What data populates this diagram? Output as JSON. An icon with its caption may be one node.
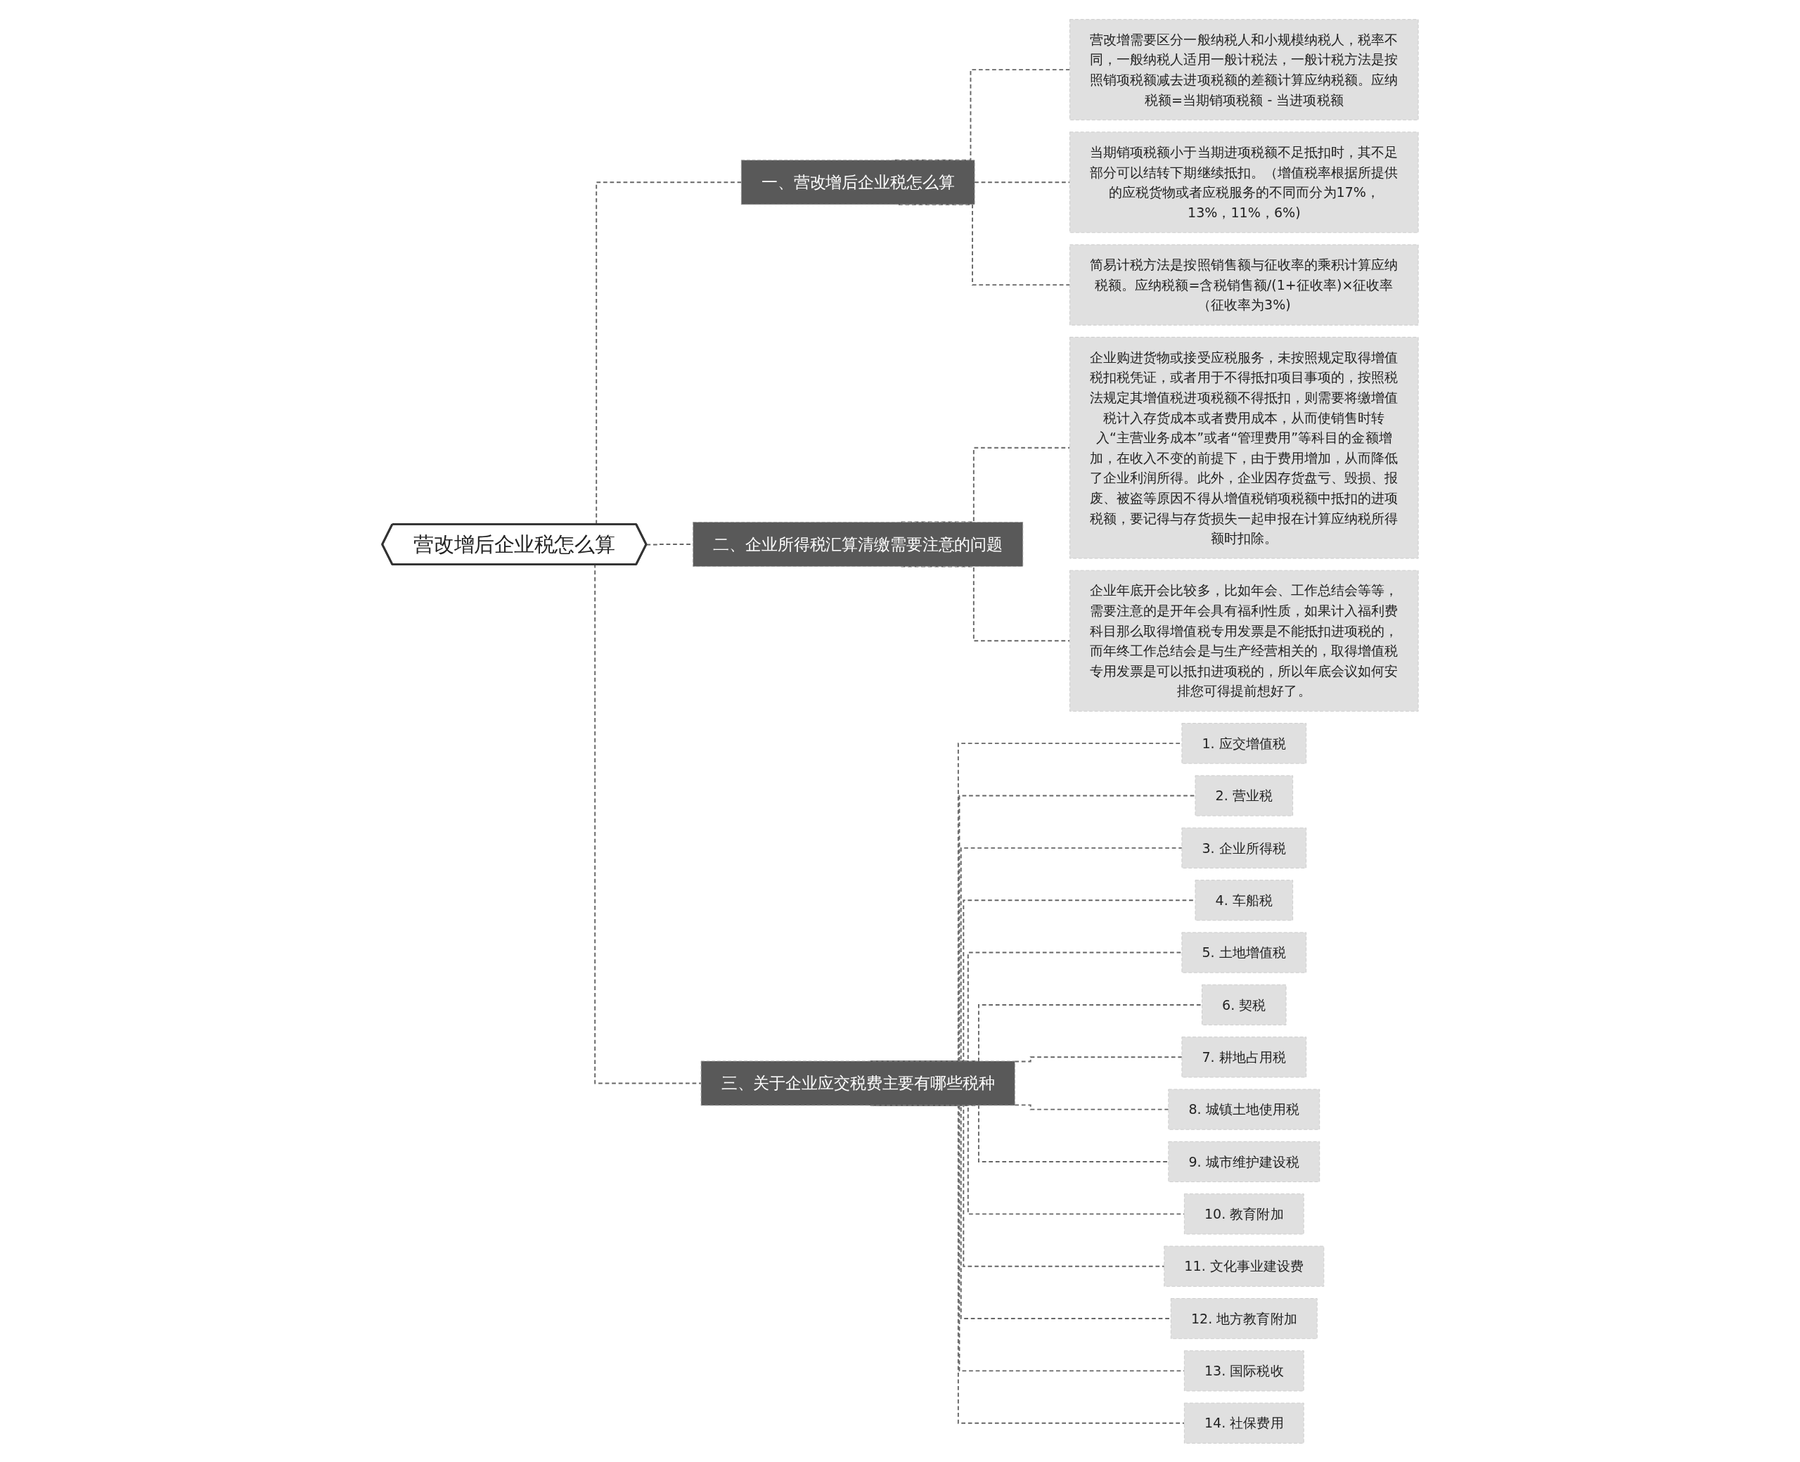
{
  "diagram": {
    "nodes": [
      {
        "text": [
          "营改增后企业税怎么算"
        ]
      },
      {
        "text": [
          "一、营改增后企业税怎么算"
        ]
      },
      {
        "text": [
          "营改增需要区分一般纳税人和小规模纳税人，税率不同，一般纳税人适用一般计税法，一般计税方法是按照销项税额减去进项税额的差额计算应纳税额。应纳税额=当期销项税额 - 当进项税额"
        ]
      },
      {
        "text": [
          "当期销项税额小于当期进项税额不足抵扣时，其不足部分可以结转下期继续抵扣。（增值税率根据所提供的应税货物或者应税服务的不同而分为17%，13%，11%，6%)"
        ]
      },
      {
        "text": [
          "简易计税方法是按照销售额与征收率的乘积计算应纳税额。应纳税额=含税销售额/(1+征收率)×征收率（征收率为3%)"
        ]
      },
      {
        "text": [
          "二、企业所得税汇算清缴需要注意的问题"
        ]
      },
      {
        "text": [
          "企业购进货物或接受应税服务，未按照规定取得增值税扣税凭证，或者用于不得抵扣项目事项的，按照税法规定其增值税进项税额不得抵扣，则需要将缴增值税计入存货成本或者费用成本，从而使销售时转入“主营业务成本”或者“管理费用”等科目的金额增加，在收入不变的前提下，由于费用增加，从而降低了企业利润所得。此外，企业因存货盘亏、毁损、报废、被盗等原因不得从增值税销项税额中抵扣的进项税额，要记得与存货损失一起申报在计算应纳税所得额时扣除。"
        ]
      },
      {
        "text": [
          "企业年底开会比较多，比如年会、工作总结会等等，需要注意的是开年会具有福利性质，如果计入福利费科目那么取得增值税专用发票是不能抵扣进项税的，而年终工作总结会是与生产经营相关的，取得增值税专用发票是可以抵扣进项税的，所以年底会议如何安排您可得提前想好了。"
        ]
      },
      {
        "text": [
          "三、关于企业应交税费主要有哪些税种"
        ]
      },
      {
        "text": [
          "1. 应交增值税"
        ]
      },
      {
        "text": [
          "2. 营业税"
        ]
      },
      {
        "text": [
          "3. 企业所得税"
        ]
      },
      {
        "text": [
          "4. 车船税"
        ]
      },
      {
        "text": [
          "5. 土地增值税"
        ]
      },
      {
        "text": [
          "6. 契税"
        ]
      },
      {
        "text": [
          "7. 耕地占用税"
        ]
      },
      {
        "text": [
          "8. 城镇土地使用税"
        ]
      },
      {
        "text": [
          "9. 城市维护建设税"
        ]
      },
      {
        "text": [
          "10. 教育附加"
        ]
      },
      {
        "text": [
          "11. 文化事业建设费"
        ]
      },
      {
        "text": [
          "12. 地方教育附加"
        ]
      },
      {
        "text": [
          "13. 国际税收"
        ]
      },
      {
        "text": [
          "14. 社保费用"
        ]
      }
    ],
    "edges": [
      {
        "from": 0,
        "to": 1,
        "arrow": "none",
        "style": "dashed"
      },
      {
        "from": 1,
        "to": 2,
        "arrow": "none",
        "style": "dashed"
      },
      {
        "from": 1,
        "to": 3,
        "arrow": "none",
        "style": "dashed"
      },
      {
        "from": 1,
        "to": 4,
        "arrow": "none",
        "style": "dashed"
      },
      {
        "from": 0,
        "to": 5,
        "arrow": "none",
        "style": "dashed"
      },
      {
        "from": 5,
        "to": 6,
        "arrow": "none",
        "style": "dashed"
      },
      {
        "from": 5,
        "to": 7,
        "arrow": "none",
        "style": "dashed"
      },
      {
        "from": 0,
        "to": 8,
        "arrow": "none",
        "style": "dashed"
      },
      {
        "from": 8,
        "to": 9,
        "arrow": "none",
        "style": "dashed"
      },
      {
        "from": 8,
        "to": 10,
        "arrow": "none",
        "style": "dashed"
      },
      {
        "from": 8,
        "to": 11,
        "arrow": "none",
        "style": "dashed"
      },
      {
        "from": 8,
        "to": 12,
        "arrow": "none",
        "style": "dashed"
      },
      {
        "from": 8,
        "to": 13,
        "arrow": "none",
        "style": "dashed"
      },
      {
        "from": 8,
        "to": 14,
        "arrow": "none",
        "style": "dashed"
      },
      {
        "from": 8,
        "to": 15,
        "arrow": "none",
        "style": "dashed"
      },
      {
        "from": 8,
        "to": 16,
        "arrow": "none",
        "style": "dashed"
      },
      {
        "from": 8,
        "to": 17,
        "arrow": "none",
        "style": "dashed"
      },
      {
        "from": 8,
        "to": 18,
        "arrow": "none",
        "style": "dashed"
      },
      {
        "from": 8,
        "to": 19,
        "arrow": "none",
        "style": "dashed"
      },
      {
        "from": 8,
        "to": 20,
        "arrow": "none",
        "style": "dashed"
      },
      {
        "from": 8,
        "to": 21,
        "arrow": "none",
        "style": "dashed"
      },
      {
        "from": 8,
        "to": 22,
        "arrow": "none",
        "style": "dashed"
      }
    ]
  }
}
